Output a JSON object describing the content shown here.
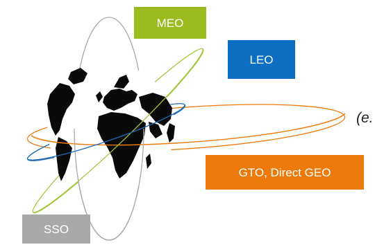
{
  "labels": {
    "meo": "MEO",
    "leo": "LEO",
    "gto": "GTO, Direct GEO",
    "sso": "SSO",
    "clipped_text": "(e."
  },
  "colors": {
    "meo": "#9bbb1f",
    "leo": "#0c6fc3",
    "gto": "#ec7a0b",
    "sso": "#a9a9a9",
    "orbit_polar": "#a8a8a8",
    "orbit_meo": "#a3c63a",
    "orbit_leo": "#1c69b4",
    "orbit_gto": "#ec7a0b",
    "land": "#0a0a0a"
  }
}
